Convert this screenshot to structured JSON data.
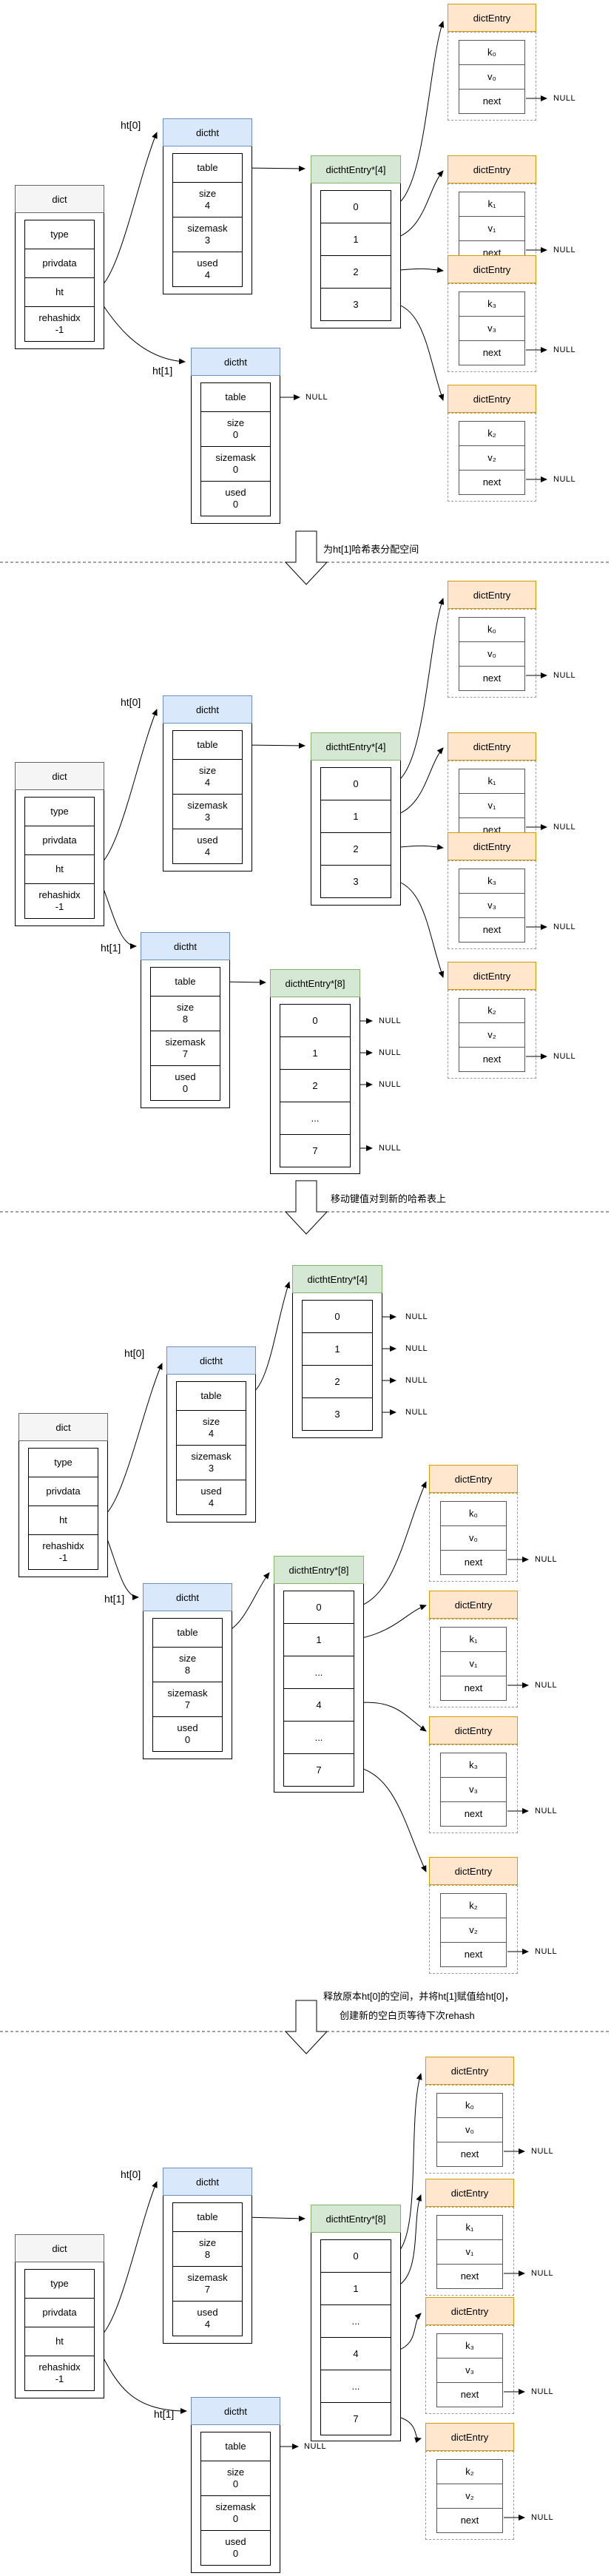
{
  "t": {
    "dict": "dict",
    "dictht": "dictht",
    "arr4": "dicthtEntry*[4]",
    "arr8": "dicthtEntry*[8]",
    "entry": "dictEntry"
  },
  "d": {
    "type": "type",
    "privdata": "privdata",
    "ht": "ht",
    "rehashidx": "rehashidx\n-1"
  },
  "h": {
    "h4": {
      "table": "table",
      "size": "size\n4",
      "sizemask": "sizemask\n3",
      "used": "used\n4"
    },
    "h0": {
      "table": "table",
      "size": "size\n0",
      "sizemask": "sizemask\n0",
      "used": "used\n0"
    },
    "h8e": {
      "table": "table",
      "size": "size\n8",
      "sizemask": "sizemask\n7",
      "used": "used\n0"
    },
    "h8f": {
      "table": "table",
      "size": "size\n8",
      "sizemask": "sizemask\n7",
      "used": "used\n4"
    }
  },
  "c": {
    "c0": "0",
    "c1": "1",
    "c2": "2",
    "c3": "3",
    "c4": "4",
    "c7": "7",
    "dots": "..."
  },
  "e": {
    "e0": {
      "k": "k₀",
      "v": "v₀",
      "next": "next"
    },
    "e1": {
      "k": "k₁",
      "v": "v₁",
      "next": "next"
    },
    "e2": {
      "k": "k₂",
      "v": "v₂",
      "next": "next"
    },
    "e3": {
      "k": "k₃",
      "v": "v₃",
      "next": "next"
    }
  },
  "lbl": {
    "null": "NULL",
    "ht0": "ht[0]",
    "ht1": "ht[1]"
  },
  "steps": {
    "s1": "为ht[1]哈希表分配空间",
    "s2": "移动键值对到新的哈希表上",
    "s3a": "释放原本ht[0]的空间，并将ht[1]赋值给ht[0]，",
    "s3b": "创建新的空白页等待下次rehash"
  },
  "colors": {
    "dict_header": "#f5f5f5",
    "dictht_header": "#dae8fc",
    "array_header": "#d5e8d4",
    "entry_header": "#ffe6cc"
  }
}
